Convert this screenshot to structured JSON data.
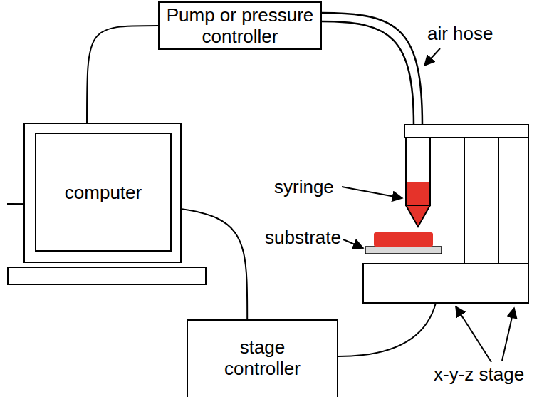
{
  "diagram": {
    "nodes": [
      {
        "text": [
          "Pump or pressure controller"
        ]
      },
      {
        "text": [
          "computer"
        ]
      },
      {
        "text": [
          "stage controller"
        ]
      }
    ],
    "edges": [
      {
        "from": 0,
        "to": 1,
        "arrow": "none"
      },
      {
        "from": 1,
        "to": 2,
        "arrow": "none"
      }
    ],
    "labels": [
      "air hose",
      "syringe",
      "substrate",
      "x-y-z stage"
    ]
  }
}
